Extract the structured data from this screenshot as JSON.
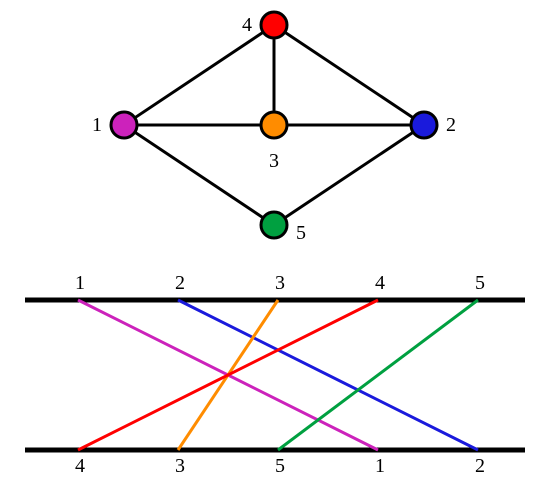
{
  "graph": {
    "edge_color": "#000000",
    "nodes": [
      {
        "id": "1",
        "label": "1",
        "color": "#cc22bb"
      },
      {
        "id": "2",
        "label": "2",
        "color": "#1a1adc"
      },
      {
        "id": "3",
        "label": "3",
        "color": "#ff8c00"
      },
      {
        "id": "4",
        "label": "4",
        "color": "#ff0000"
      },
      {
        "id": "5",
        "label": "5",
        "color": "#00a040"
      }
    ],
    "edges": [
      [
        "1",
        "4"
      ],
      [
        "4",
        "2"
      ],
      [
        "1",
        "3"
      ],
      [
        "3",
        "2"
      ],
      [
        "4",
        "3"
      ],
      [
        "1",
        "5"
      ],
      [
        "5",
        "2"
      ]
    ]
  },
  "permutation": {
    "rail_color": "#000000",
    "top_order": [
      "1",
      "2",
      "3",
      "4",
      "5"
    ],
    "bottom_order": [
      "4",
      "3",
      "5",
      "1",
      "2"
    ]
  }
}
